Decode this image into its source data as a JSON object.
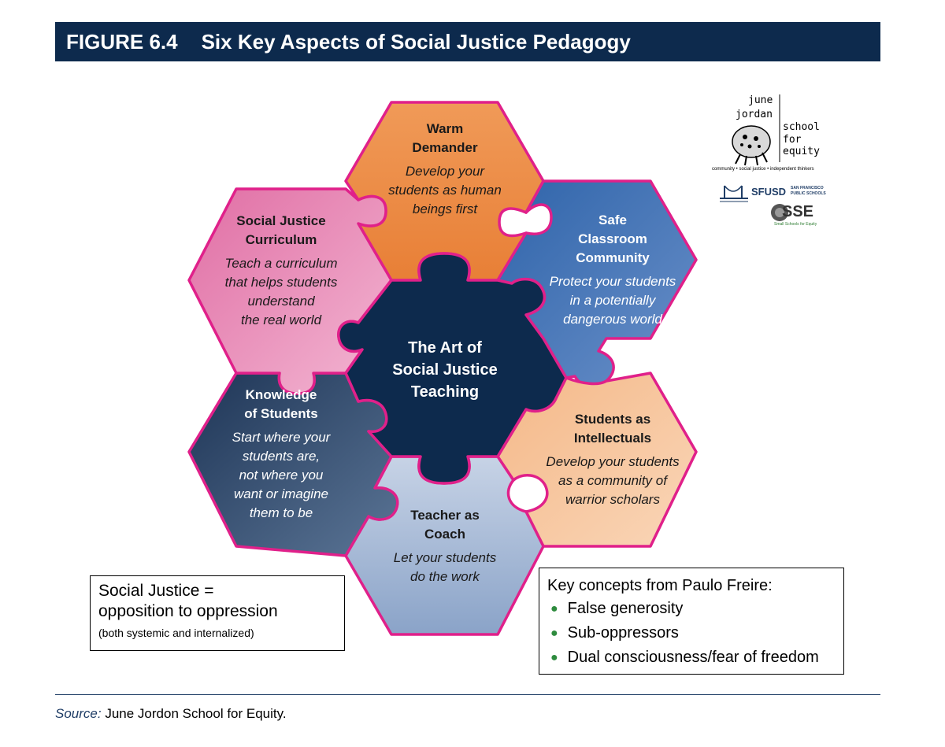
{
  "header": {
    "figure_number": "FIGURE 6.4",
    "title": "Six Key Aspects of Social Justice Pedagogy"
  },
  "center": {
    "label": "The Art of\nSocial Justice\nTeaching",
    "color": "#0d2a4d"
  },
  "hexagons": [
    {
      "id": "warm-demander",
      "title": "Warm\nDemander",
      "description": "Develop your\nstudents as human\nbeings first",
      "color": "#ee8d48"
    },
    {
      "id": "safe-classroom",
      "title": "Safe\nClassroom\nCommunity",
      "description": "Protect your students\nin a potentially\ndangerous world",
      "color": "#3a73b6"
    },
    {
      "id": "students-intellectuals",
      "title": "Students as\nIntellectuals",
      "description": "Develop your students\nas a community of\nwarrior scholars",
      "color": "#f7c49b"
    },
    {
      "id": "teacher-coach",
      "title": "Teacher as\nCoach",
      "description": "Let your students\ndo the work",
      "color": "#a6b9d6"
    },
    {
      "id": "knowledge-students",
      "title": "Knowledge\nof Students",
      "description": "Start where your\nstudents are,\nnot where you\nwant or imagine\nthem to be",
      "color": "#3c5473"
    },
    {
      "id": "sj-curriculum",
      "title": "Social Justice\nCurriculum",
      "description": "Teach a curriculum\nthat helps students\nunderstand\nthe real world",
      "color": "#e58bb6"
    }
  ],
  "border_color": "#e0208a",
  "left_box": {
    "line1": "Social Justice =",
    "line2": "opposition to oppression",
    "line3": "(both systemic and internalized)"
  },
  "right_box": {
    "title": "Key concepts from Paulo Freire:",
    "items": [
      "False generosity",
      "Sub-oppressors",
      "Dual consciousness/fear of freedom"
    ]
  },
  "logos": {
    "jj_words": [
      "june",
      "jordan",
      "school",
      "for",
      "equity"
    ],
    "jj_tagline": "community • social justice • independent thinkers",
    "sfusd": "SFUSD",
    "sfusd_sub": "SAN FRANCISCO PUBLIC SCHOOLS",
    "sse": "SSE",
    "sse_sub": "Small Schools for Equity"
  },
  "source": {
    "label": "Source:",
    "text": "June Jordon School for Equity."
  }
}
